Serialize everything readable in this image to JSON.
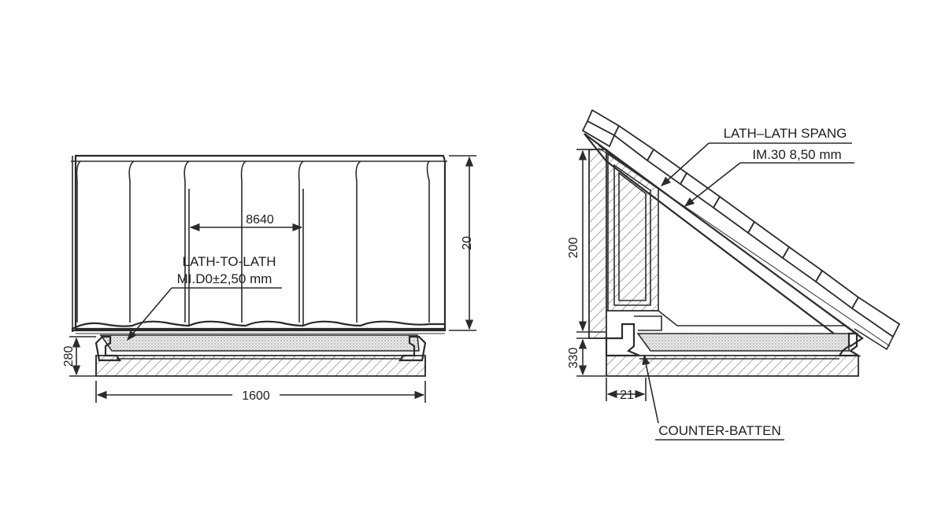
{
  "left_view": {
    "label_main": "LATH-TO-LATH",
    "label_sub": "MI.D0±2,50 mm",
    "dim_inner": "8640",
    "dim_height": "20",
    "dim_base_height": "280",
    "dim_width": "1600"
  },
  "right_view": {
    "label_main": "LATH–LATH SPANG",
    "label_sub": "IM.30 8,50 mm",
    "dim_height": "200",
    "dim_base_height": "330",
    "dim_offset": "21",
    "label_bottom": "COUNTER-BATTEN"
  },
  "colors": {
    "line": "#2b2b2b",
    "fill": "#ffffff",
    "stipple": "#cfcfcf"
  }
}
